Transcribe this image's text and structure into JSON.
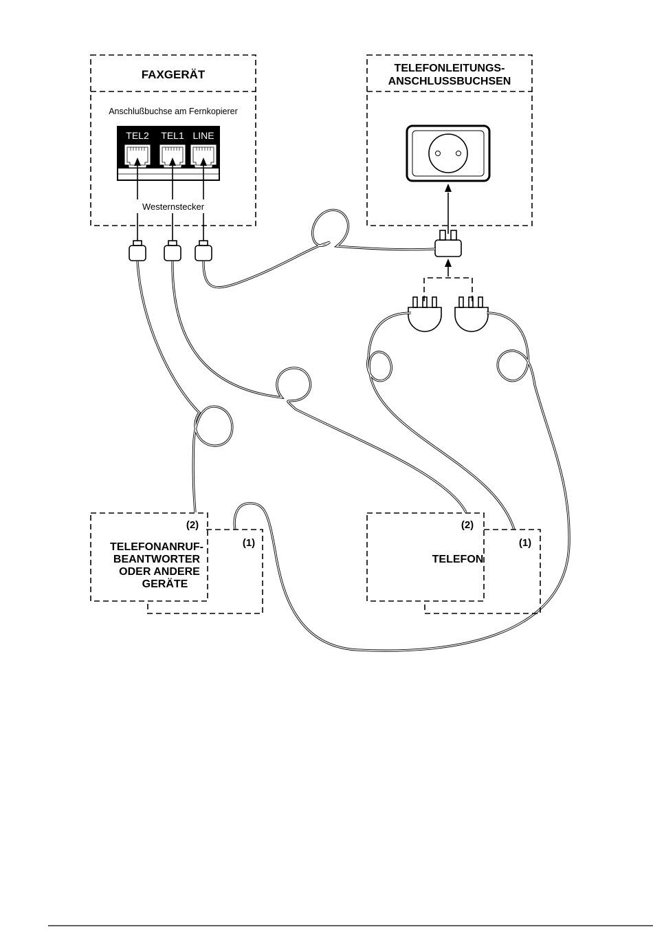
{
  "fax": {
    "title": "FAXGERÄT",
    "subtitle": "Anschlußbuchse am Fernkopierer",
    "ports": [
      "TEL2",
      "TEL1",
      "LINE"
    ],
    "plug_label": "Westernstecker"
  },
  "wall": {
    "title_line1": "TELEFONLEITUNGS-",
    "title_line2": "ANSCHLUSSBUCHSEN"
  },
  "answering_machine": {
    "lines": [
      "TELEFONANRUF-",
      "BEANTWORTER",
      "ODER ANDERE",
      "GERÄTE"
    ],
    "port2": "(2)",
    "port1": "(1)"
  },
  "telephone": {
    "title": "TELEFON",
    "port2": "(2)",
    "port1": "(1)"
  }
}
